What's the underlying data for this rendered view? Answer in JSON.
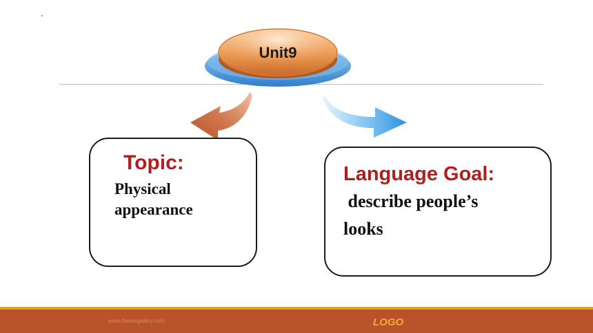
{
  "center": {
    "label": "Unit9"
  },
  "left_box": {
    "heading": "Topic:",
    "lines": [
      "Physical",
      "appearance"
    ]
  },
  "right_box": {
    "heading": "Language Goal:",
    "lines": [
      " describe people’s",
      "looks"
    ]
  },
  "footer": {
    "url": "www.themegallery.com",
    "logo": "LOGO"
  },
  "colors": {
    "heading_red": "#b01f1f",
    "footer_orange": "#b8532a",
    "footer_accent": "#e0a02a",
    "left_arrow": "#c9643a",
    "right_arrow": "#3ba3e6",
    "badge_orange": "#e58a3c",
    "badge_blue": "#3f8fd8"
  }
}
